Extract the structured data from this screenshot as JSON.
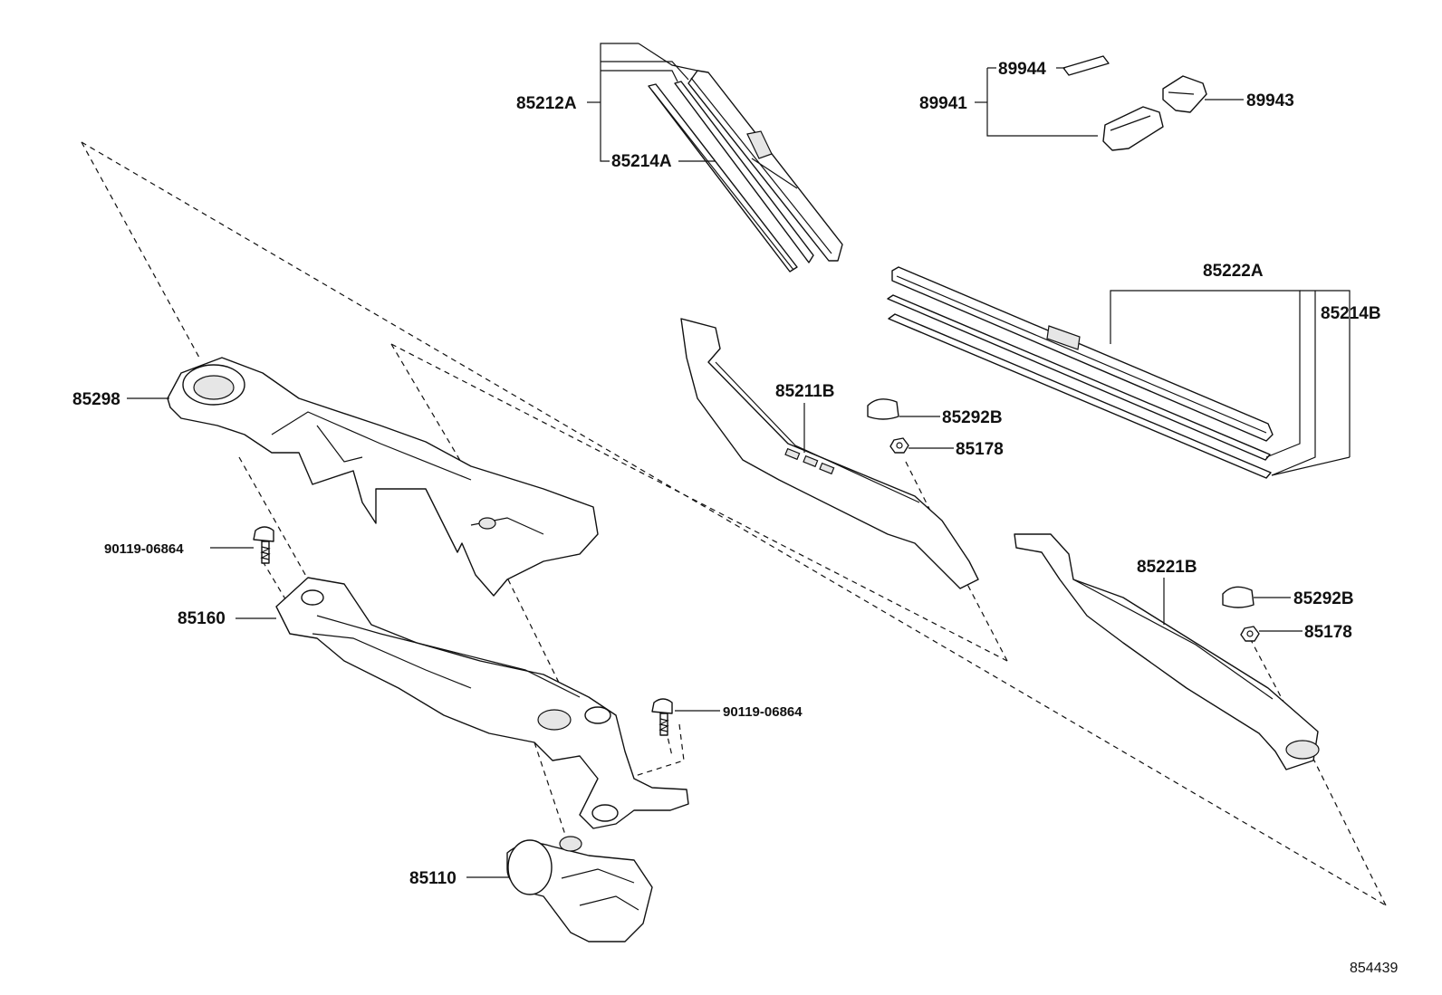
{
  "diagram": {
    "reference_number": "854439",
    "colors": {
      "line": "#111111",
      "background": "#ffffff",
      "part_shade": "#e6e6e6"
    },
    "callouts": {
      "c85212A": "85212A",
      "c85214A": "85214A",
      "c89944": "89944",
      "c89941": "89941",
      "c89943": "89943",
      "c85222A": "85222A",
      "c85214B": "85214B",
      "c85211B": "85211B",
      "c85292B_1": "85292B",
      "c85178_1": "85178",
      "c85298": "85298",
      "c90119_1": "90119-06864",
      "c85160": "85160",
      "c85221B": "85221B",
      "c85292B_2": "85292B",
      "c85178_2": "85178",
      "c90119_2": "90119-06864",
      "c85110": "85110"
    }
  }
}
